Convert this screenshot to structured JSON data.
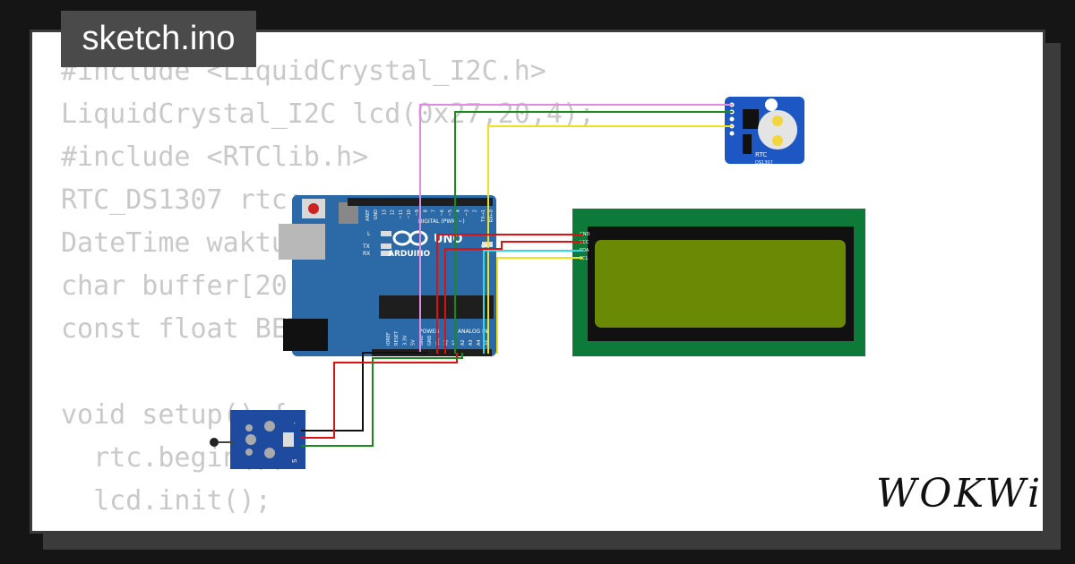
{
  "title": "sketch.ino",
  "brand": "WOKWi",
  "code_lines": [
    "#include <LiquidCrystal_I2C.h>",
    "LiquidCrystal_I2C lcd(0x27,20,4);",
    "#include <RTClib.h>",
    "RTC_DS1307 rtc;",
    "DateTime waktu;",
    "char buffer[20];",
    "const float BETA = 3950;",
    "",
    "void setup() {",
    "  rtc.begin();",
    "  lcd.init();"
  ],
  "arduino": {
    "brand": "ARDUINO",
    "model": "UNO",
    "digital_label": "DIGITAL (PWM ~)",
    "power_label": "POWER",
    "analog_label": "ANALOG IN",
    "on_label": "ON",
    "tx_label": "TX",
    "rx_label": "RX",
    "l_label": "L",
    "top_pins": [
      "AREF",
      "GND",
      "13",
      "12",
      "~11",
      "~10",
      "~9",
      "8",
      "7",
      "~6",
      "~5",
      "4",
      "~3",
      "2",
      "TX→1",
      "RX←0"
    ],
    "bottom_pins": [
      "IOREF",
      "RESET",
      "3.3V",
      "5V",
      "GND",
      "GND",
      "Vin",
      "A0",
      "A1",
      "A2",
      "A3",
      "A4",
      "A5"
    ]
  },
  "rtc_module": {
    "label": "RTC",
    "chip": "DS1307"
  },
  "lcd_module": {
    "pins": [
      "GND",
      "VCC",
      "SDA",
      "SCL"
    ]
  },
  "sensor": {
    "pin_labels": [
      "S",
      "-"
    ]
  },
  "colors": {
    "wire_pink": "#e08ce0",
    "wire_green": "#1a8a1a",
    "wire_yellow": "#f0e020",
    "wire_red": "#e01010",
    "wire_cyan": "#30d8e8",
    "wire_black": "#111111",
    "arduino_blue": "#2b6aa6",
    "lcd_green": "#0e7a3a",
    "lcd_screen": "#6a8a05",
    "rtc_blue": "#1c57c4",
    "sensor_blue": "#1e4aa0"
  }
}
